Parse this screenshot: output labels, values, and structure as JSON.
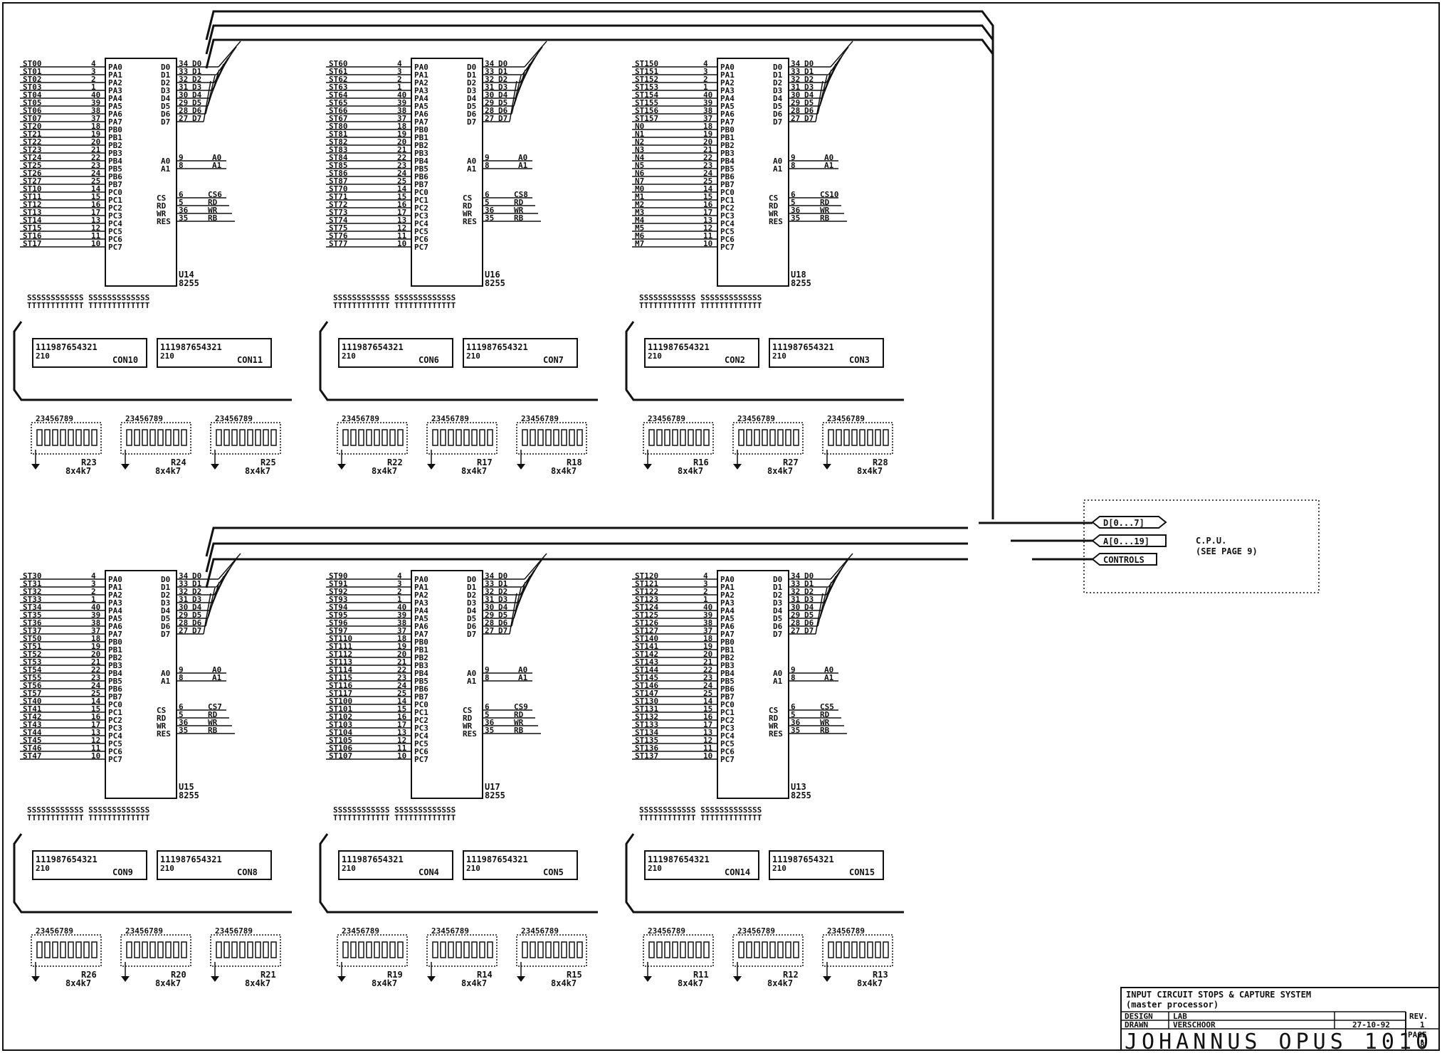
{
  "chips": [
    {
      "ref": "U14",
      "part": "8255",
      "cs": "CS6",
      "stops": [
        "ST00",
        "ST01",
        "ST02",
        "ST03",
        "ST04",
        "ST05",
        "ST06",
        "ST07",
        "ST20",
        "ST21",
        "ST22",
        "ST23",
        "ST24",
        "ST25",
        "ST26",
        "ST27",
        "ST10",
        "ST11",
        "ST12",
        "ST13",
        "ST14",
        "ST15",
        "ST16",
        "ST17"
      ]
    },
    {
      "ref": "U16",
      "part": "8255",
      "cs": "CS8",
      "stops": [
        "ST60",
        "ST61",
        "ST62",
        "ST63",
        "ST64",
        "ST65",
        "ST66",
        "ST67",
        "ST80",
        "ST81",
        "ST82",
        "ST83",
        "ST84",
        "ST85",
        "ST86",
        "ST87",
        "ST70",
        "ST71",
        "ST72",
        "ST73",
        "ST74",
        "ST75",
        "ST76",
        "ST77"
      ]
    },
    {
      "ref": "U18",
      "part": "8255",
      "cs": "CS10",
      "stops": [
        "ST150",
        "ST151",
        "ST152",
        "ST153",
        "ST154",
        "ST155",
        "ST156",
        "ST157",
        "N0",
        "N1",
        "N2",
        "N3",
        "N4",
        "N5",
        "N6",
        "N7",
        "M0",
        "M1",
        "M2",
        "M3",
        "M4",
        "M5",
        "M6",
        "M7"
      ]
    },
    {
      "ref": "U15",
      "part": "8255",
      "cs": "CS7",
      "stops": [
        "ST30",
        "ST31",
        "ST32",
        "ST33",
        "ST34",
        "ST35",
        "ST36",
        "ST37",
        "ST50",
        "ST51",
        "ST52",
        "ST53",
        "ST54",
        "ST55",
        "ST56",
        "ST57",
        "ST40",
        "ST41",
        "ST42",
        "ST43",
        "ST44",
        "ST45",
        "ST46",
        "ST47"
      ]
    },
    {
      "ref": "U17",
      "part": "8255",
      "cs": "CS9",
      "stops": [
        "ST90",
        "ST91",
        "ST92",
        "ST93",
        "ST94",
        "ST95",
        "ST96",
        "ST97",
        "ST110",
        "ST111",
        "ST112",
        "ST113",
        "ST114",
        "ST115",
        "ST116",
        "ST117",
        "ST100",
        "ST101",
        "ST102",
        "ST103",
        "ST104",
        "ST105",
        "ST106",
        "ST107"
      ]
    },
    {
      "ref": "U13",
      "part": "8255",
      "cs": "CS5",
      "stops": [
        "ST120",
        "ST121",
        "ST122",
        "ST123",
        "ST124",
        "ST125",
        "ST126",
        "ST127",
        "ST140",
        "ST141",
        "ST142",
        "ST143",
        "ST144",
        "ST145",
        "ST146",
        "ST147",
        "ST130",
        "ST131",
        "ST132",
        "ST133",
        "ST134",
        "ST135",
        "ST136",
        "ST137"
      ]
    }
  ],
  "pin_names": {
    "port": [
      "PA0",
      "PA1",
      "PA2",
      "PA3",
      "PA4",
      "PA5",
      "PA6",
      "PA7",
      "PB0",
      "PB1",
      "PB2",
      "PB3",
      "PB4",
      "PB5",
      "PB6",
      "PB7",
      "PC0",
      "PC1",
      "PC2",
      "PC3",
      "PC4",
      "PC5",
      "PC6",
      "PC7"
    ],
    "port_nums": [
      "4",
      "3",
      "2",
      "1",
      "40",
      "39",
      "38",
      "37",
      "18",
      "19",
      "20",
      "21",
      "22",
      "23",
      "24",
      "25",
      "14",
      "15",
      "16",
      "17",
      "13",
      "12",
      "11",
      "10"
    ],
    "data": [
      "D0",
      "D1",
      "D2",
      "D3",
      "D4",
      "D5",
      "D6",
      "D7"
    ],
    "data_nums": [
      "34",
      "33",
      "32",
      "31",
      "30",
      "29",
      "28",
      "27"
    ],
    "addr": [
      "A0",
      "A1"
    ],
    "addr_nums": [
      "9",
      "8"
    ],
    "ctrl": [
      "CS",
      "RD",
      "WR",
      "RES"
    ],
    "ctrl_nums": [
      "6",
      "5",
      "36",
      "35"
    ],
    "ctrl_nets": [
      "RD",
      "WR",
      "RB"
    ]
  },
  "connectors": [
    {
      "a": "CON10",
      "b": "CON11"
    },
    {
      "a": "CON6",
      "b": "CON7"
    },
    {
      "a": "CON2",
      "b": "CON3"
    },
    {
      "a": "CON9",
      "b": "CON8"
    },
    {
      "a": "CON4",
      "b": "CON5"
    },
    {
      "a": "CON14",
      "b": "CON15"
    }
  ],
  "connector_pins": "111987654321",
  "connector_pins2": "210",
  "resistors": [
    [
      "R23",
      "R24",
      "R25"
    ],
    [
      "R22",
      "R17",
      "R18"
    ],
    [
      "R16",
      "R27",
      "R28"
    ],
    [
      "R26",
      "R20",
      "R21"
    ],
    [
      "R19",
      "R14",
      "R15"
    ],
    [
      "R11",
      "R12",
      "R13"
    ]
  ],
  "resistor_value": "8x4k7",
  "resistor_pins": "23456789",
  "bus": {
    "data": "D[0...7]",
    "addr": "A[0...19]",
    "ctrl": "CONTROLS",
    "cpu_title": "C.P.U.",
    "cpu_note": "(SEE PAGE 9)"
  },
  "title_block": {
    "title": "INPUT CIRCUIT STOPS & CAPTURE SYSTEM",
    "subtitle": "(master processor)",
    "design_label": "DESIGN",
    "design_value": "LAB",
    "drawn_label": "DRAWN",
    "drawn_value": "VERSCHOOR",
    "date": "27-10-92",
    "rev_label": "REV.",
    "rev_value": "1",
    "page_label": "PAGE",
    "page_value": "8",
    "project": "JOHANNUS OPUS 1010"
  },
  "colors": {
    "ink": "#111111",
    "paper": "#ffffff"
  }
}
